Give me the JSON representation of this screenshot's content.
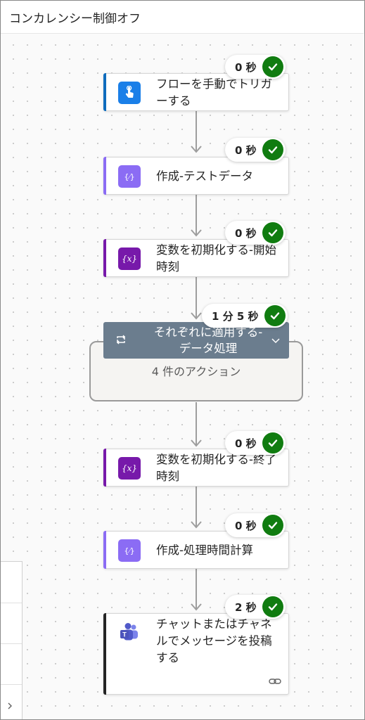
{
  "window": {
    "title": "コンカレンシー制御オフ"
  },
  "steps": [
    {
      "label": "フローを手動でトリガーする",
      "duration": "0 秒",
      "icon": "hand-touch-icon",
      "accent": "#0f6cbd"
    },
    {
      "label": "作成-テストデータ",
      "duration": "0 秒",
      "icon": "compose-icon",
      "accent": "#8b6cf4"
    },
    {
      "label": "変数を初期化する-開始時刻",
      "duration": "0 秒",
      "icon": "variable-icon",
      "accent": "#7719aa"
    },
    {
      "label": "それぞれに適用する-データ処理",
      "duration": "1 分 5 秒",
      "icon": "loop-icon",
      "actions": "4 件のアクション"
    },
    {
      "label": "変数を初期化する-終了時刻",
      "duration": "0 秒",
      "icon": "variable-icon",
      "accent": "#7719aa"
    },
    {
      "label": "作成-処理時間計算",
      "duration": "0 秒",
      "icon": "compose-icon",
      "accent": "#8b6cf4"
    },
    {
      "label": "チャットまたはチャネルでメッセージを投稿する",
      "duration": "2 秒",
      "icon": "teams-icon",
      "accent": "#242424"
    }
  ],
  "colors": {
    "success": "#107c10",
    "loop_header": "#6b7d8e"
  }
}
